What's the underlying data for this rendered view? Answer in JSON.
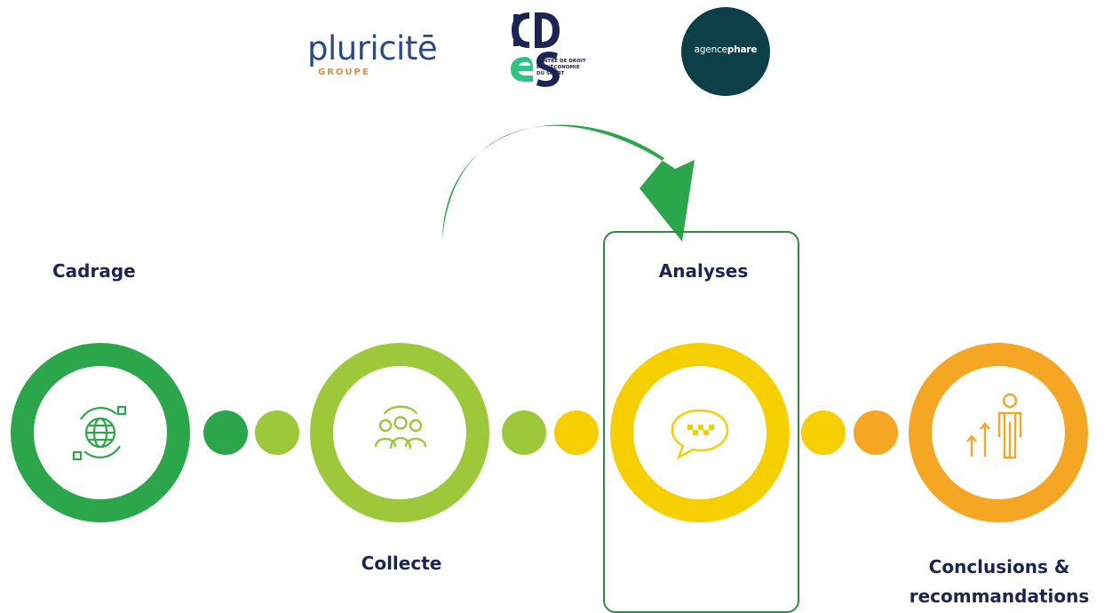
{
  "logos": {
    "pluricite": {
      "wordmark": "pluricitē",
      "subtitle": "GROUPE"
    },
    "cdes": {
      "subtitle": "CENTRE DE DROIT\nET D'ÉCONOMIE\nDU SPORT"
    },
    "agencephare": {
      "light": "agence",
      "bold": "phare"
    }
  },
  "stages": [
    {
      "label": "Cadrage",
      "icon": "globe-network-icon",
      "color": "#2ba64a"
    },
    {
      "label": "Collecte",
      "icon": "group-people-icon",
      "color": "#9cc83a"
    },
    {
      "label": "Analyses",
      "icon": "chat-bubble-icon",
      "color": "#f6cf00"
    },
    {
      "label": "Conclusions &\nrecommandations",
      "icon": "growth-person-icon",
      "color": "#f5a623"
    }
  ],
  "connector_dot_colors": [
    "#2ba64a",
    "#9cc83a",
    "#9cc83a",
    "#f6cf00",
    "#f6cf00",
    "#f5a623"
  ],
  "arrow_color": "#2ba64a",
  "highlight_stage": "Analyses",
  "highlight_color": "#2e8b3e"
}
